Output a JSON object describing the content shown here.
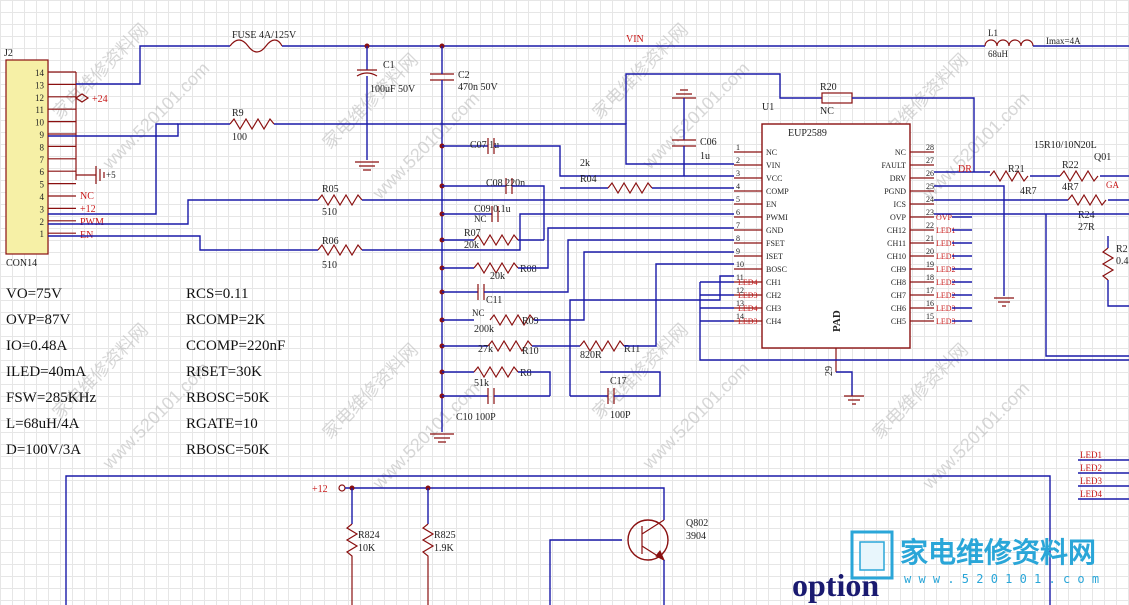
{
  "nets": {
    "vin": "VIN",
    "inductor_ref": "L1",
    "inductor_val": "68uH",
    "imax": "Imax=4A",
    "fuse": "FUSE 4A/125V",
    "gnd_label": "GA",
    "dr": "DR"
  },
  "connector": {
    "ref": "J2",
    "name": "CON14",
    "pins": [
      "14",
      "13",
      "12",
      "11",
      "10",
      "9",
      "8",
      "7",
      "6",
      "5",
      "4",
      "3",
      "2",
      "1"
    ],
    "label_24": "+24",
    "label_5": "+5",
    "label_nc": "NC",
    "label_12": "+12",
    "label_pwm": "PWM",
    "label_en": "EN"
  },
  "parts": {
    "c1_ref": "C1",
    "c1_val": "100uF 50V",
    "c2_ref": "C2",
    "c2_val": "470n 50V",
    "r9_ref": "R9",
    "r9_val": "100",
    "r05_ref": "R05",
    "r05_val": "510",
    "r06_ref": "R06",
    "r06_val": "510",
    "c07": "C07 1u",
    "c08": "C08 220n",
    "c09": "C09 0.1u",
    "r07_ref": "R07",
    "r07_val": "20k",
    "r08_ref": "R08",
    "r08_val": "20k",
    "c11": "C11",
    "r09_ref": "R09",
    "r09_val": "200k",
    "r10_ref": "R10",
    "r10_val": "27k",
    "r11_ref": "R11",
    "r11_val": "820R",
    "r8_ref": "R8",
    "r8_val": "51k",
    "c10": "C10 100P",
    "c17_ref": "C17",
    "c17_val": "100P",
    "r04_ref": "R04",
    "r04_val": "2k",
    "c06_ref": "C06",
    "c06_val": "1u",
    "r20_ref": "R20",
    "r20_val": "NC",
    "r21_ref": "R21",
    "r21_val": "4R7",
    "r22_ref": "R22",
    "r22_val": "4R7",
    "r24_ref": "R24",
    "r24_val": "27R",
    "q01_ref": "Q01",
    "q01_val": "15R10/10N20L",
    "r2_ref": "R2",
    "r2_val": "0.4",
    "nc": "NC"
  },
  "ic": {
    "ref": "U1",
    "name": "EUP2589",
    "pad": "PAD",
    "pad_pin": "29",
    "left_pins": [
      {
        "num": "1",
        "name": "NC"
      },
      {
        "num": "2",
        "name": "VIN"
      },
      {
        "num": "3",
        "name": "VCC"
      },
      {
        "num": "4",
        "name": "COMP"
      },
      {
        "num": "5",
        "name": "EN"
      },
      {
        "num": "6",
        "name": "PWMI"
      },
      {
        "num": "7",
        "name": "GND"
      },
      {
        "num": "8",
        "name": "FSET"
      },
      {
        "num": "9",
        "name": "ISET"
      },
      {
        "num": "10",
        "name": "BOSC"
      },
      {
        "num": "11",
        "name": "CH1"
      },
      {
        "num": "12",
        "name": "CH2"
      },
      {
        "num": "13",
        "name": "CH3"
      },
      {
        "num": "14",
        "name": "CH4"
      }
    ],
    "right_pins": [
      {
        "num": "28",
        "name": "NC"
      },
      {
        "num": "27",
        "name": "FAULT"
      },
      {
        "num": "26",
        "name": "DRV"
      },
      {
        "num": "25",
        "name": "PGND"
      },
      {
        "num": "24",
        "name": "ICS"
      },
      {
        "num": "23",
        "name": "OVP"
      },
      {
        "num": "22",
        "name": "CH12"
      },
      {
        "num": "21",
        "name": "CH11"
      },
      {
        "num": "20",
        "name": "CH10"
      },
      {
        "num": "19",
        "name": "CH9"
      },
      {
        "num": "18",
        "name": "CH8"
      },
      {
        "num": "17",
        "name": "CH7"
      },
      {
        "num": "16",
        "name": "CH6"
      },
      {
        "num": "15",
        "name": "CH5"
      }
    ],
    "left_nets": [
      "LED4",
      "LED3",
      "LED4",
      "LED3"
    ],
    "right_nets": [
      "OVP",
      "LED1",
      "LED1",
      "LED1",
      "LED2",
      "LED2",
      "LED2",
      "LED3",
      "LED3"
    ]
  },
  "specs": {
    "left": [
      "VO=75V",
      "OVP=87V",
      "IO=0.48A",
      "ILED=40mA",
      "FSW=285KHz",
      "L=68uH/4A",
      "D=100V/3A"
    ],
    "right": [
      "RCS=0.11",
      "RCOMP=2K",
      "CCOMP=220nF",
      "RISET=30K",
      "RBOSC=50K",
      "RGATE=10",
      "RBOSC=50K"
    ]
  },
  "option": {
    "title": "option",
    "supply": "+12",
    "r824_ref": "R824",
    "r824_val": "10K",
    "r825_ref": "R825",
    "r825_val": "1.9K",
    "q802_ref": "Q802",
    "q802_val": "3904",
    "led_outputs": [
      "LED1",
      "LED2",
      "LED3",
      "LED4"
    ]
  },
  "watermark": {
    "text": "家电维修资料网",
    "url": "www.520101.com",
    "logo_cn": "家电维修资料网",
    "logo_url": "w w w . 5 2 0 1 0 1 . c o m"
  },
  "colors": {
    "wire": "#1a1aa8",
    "component": "#8a1010",
    "net_label": "#c81818",
    "logo": "#2aa6d8"
  }
}
